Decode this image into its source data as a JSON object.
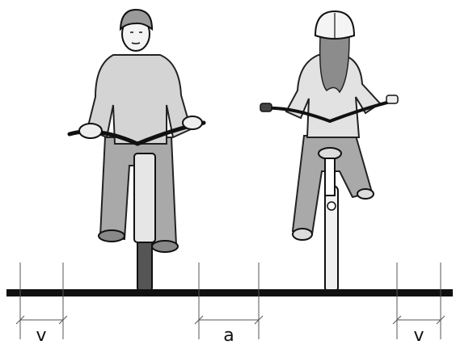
{
  "diagram": {
    "dimension_labels": {
      "left": "v",
      "middle": "a",
      "right": "v"
    },
    "colors": {
      "line": "#111111",
      "clothing": "#d4d4d4",
      "trousers": "#a9a9a9",
      "hair": "#8c8c8c",
      "background": "#ffffff"
    }
  }
}
